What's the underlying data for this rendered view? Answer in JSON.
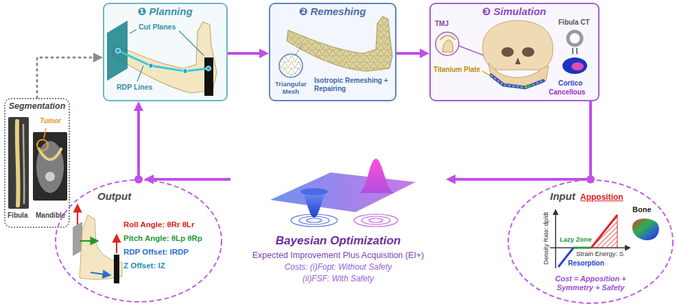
{
  "diagram": {
    "nodes": [
      {
        "text": [
          "Segmentation",
          "Tumor",
          "Fibula",
          "Mandible"
        ]
      },
      {
        "text": [
          "❶ Planning",
          "Cut Planes",
          "RDP Lines"
        ]
      },
      {
        "text": [
          "❷ Remeshing",
          "Triangular Mesh",
          "Isotropic Remeshing + Repairing"
        ]
      },
      {
        "text": [
          "❸ Simulation",
          "TMJ",
          "Fibula CT",
          "Titanium Plate",
          "Cortico",
          "Cancellous"
        ]
      },
      {
        "text": [
          "Output",
          "Roll Angle: θRr θLr",
          "Pitch Angle: θLp θRp",
          "RDP Offset: lRDP",
          "Z Offset: lZ"
        ]
      },
      {
        "text": [
          "Bayesian Optimization",
          "Expected Improvement Plus Acquisition (EI+)",
          "Costs: (i)Fopt: Without Safety",
          "(ii)FSF: With Safety"
        ]
      },
      {
        "text": [
          "Input",
          "Apposition",
          "Lazy Zone",
          "Strain Energy: S",
          "Resorption",
          "Density Rate: dρ/dt",
          "Bone",
          "Cost = Apposition + Symmetry + Safety"
        ]
      }
    ],
    "edges": [
      {
        "from": 0,
        "to": 1,
        "arrow": "to"
      },
      {
        "from": 1,
        "to": 2,
        "arrow": "to"
      },
      {
        "from": 2,
        "to": 3,
        "arrow": "to"
      },
      {
        "from": 3,
        "to": 6,
        "arrow": "none"
      },
      {
        "from": 6,
        "to": 5,
        "arrow": "to"
      },
      {
        "from": 5,
        "to": 4,
        "arrow": "to"
      },
      {
        "from": 4,
        "to": 1,
        "arrow": "to"
      }
    ]
  }
}
